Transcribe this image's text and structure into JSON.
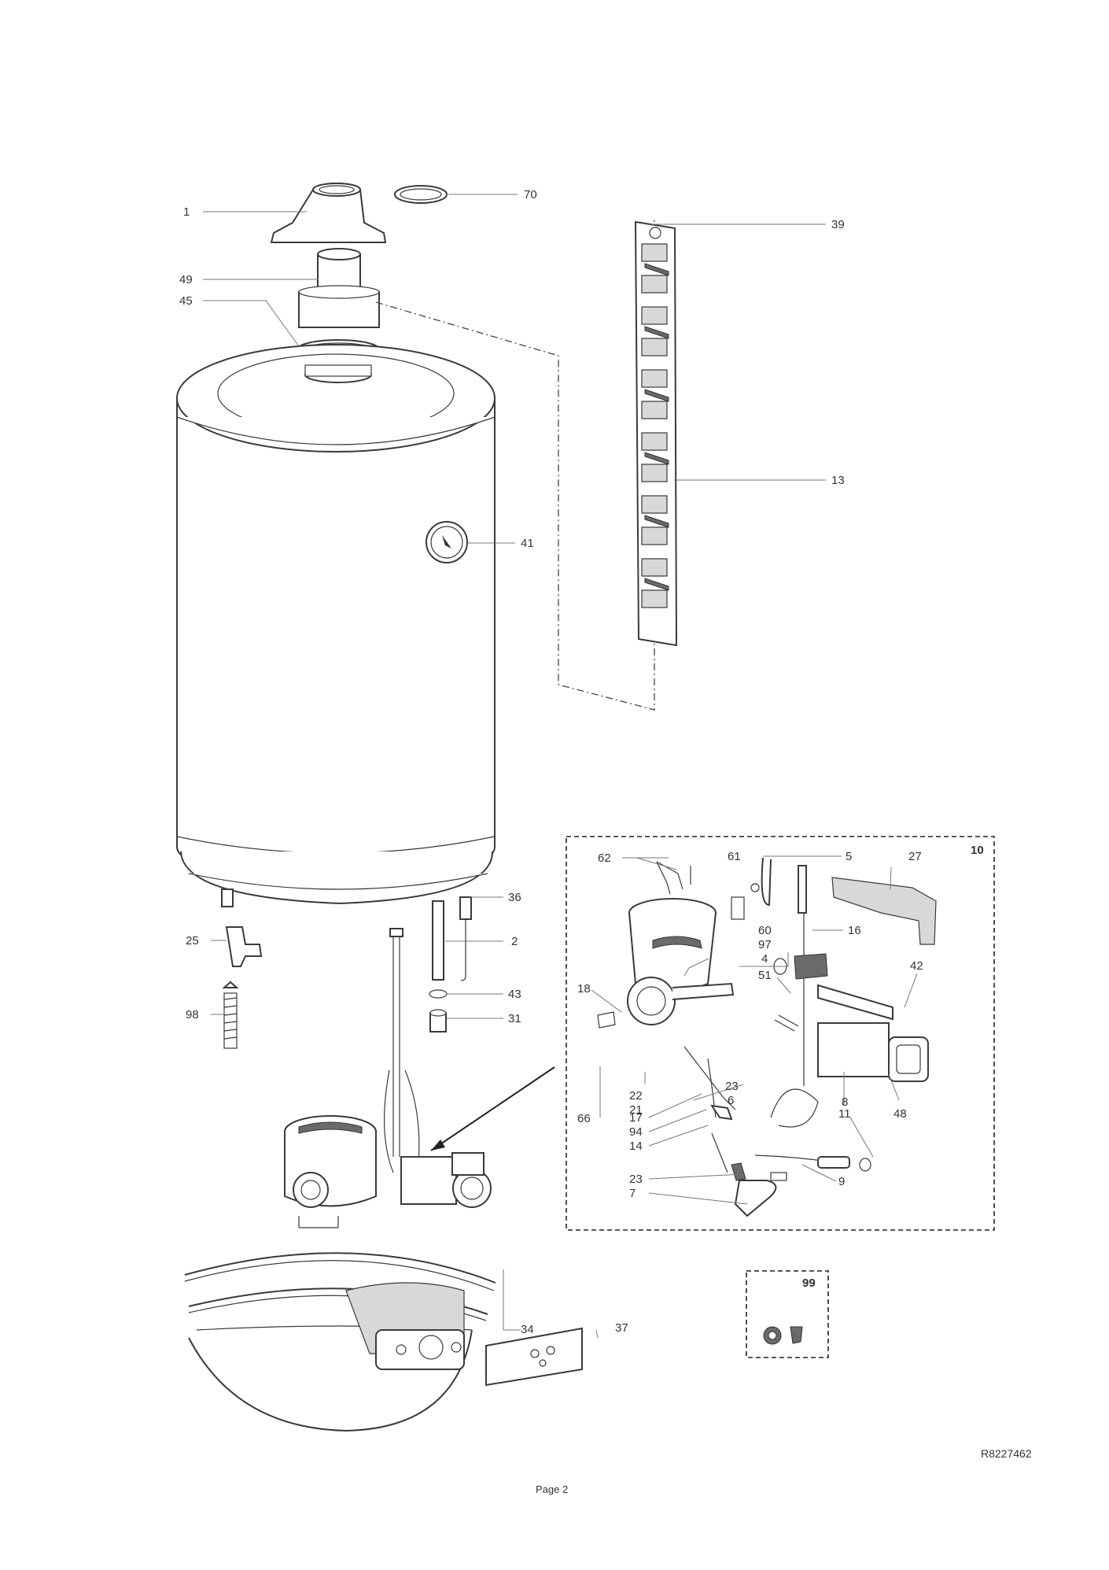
{
  "callouts": {
    "c1": "1",
    "c70": "70",
    "c39": "39",
    "c49": "49",
    "c45": "45",
    "c13": "13",
    "c41": "41",
    "c36": "36",
    "c25": "25",
    "c2": "2",
    "c43": "43",
    "c98": "98",
    "c31": "31",
    "c62": "62",
    "c61": "61",
    "c5": "5",
    "c27": "27",
    "c60": "60",
    "c97": "97",
    "c16": "16",
    "c4": "4",
    "c51": "51",
    "c42": "42",
    "c18": "18",
    "c23a": "23",
    "c6": "6",
    "c66": "66",
    "c22": "22",
    "c21": "21",
    "c11": "11",
    "c8": "8",
    "c48": "48",
    "c17": "17",
    "c94": "94",
    "c14": "14",
    "c23b": "23",
    "c7": "7",
    "c9": "9",
    "c34": "34",
    "c37": "37"
  },
  "kits": {
    "k10": "10",
    "k99": "99"
  },
  "footer": {
    "doc_ref": "R8227462",
    "page_label": "Page 2"
  }
}
